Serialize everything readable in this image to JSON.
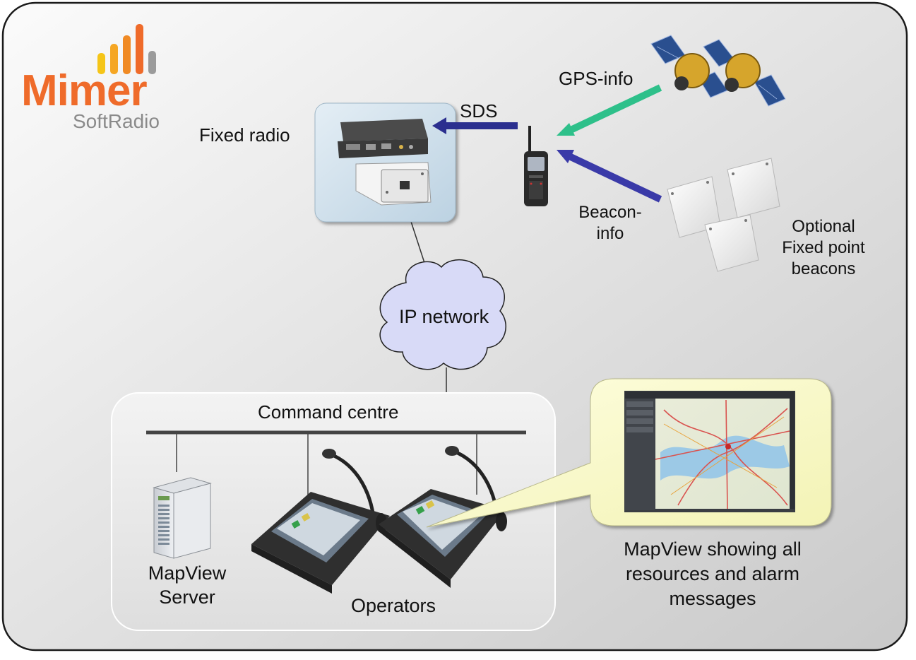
{
  "logo": {
    "brand": "Mimer",
    "sub": "SoftRadio",
    "bar_colors": [
      "#f5c518",
      "#f5a623",
      "#f08a24",
      "#ef6b2a",
      "#9b9b9b"
    ]
  },
  "labels": {
    "fixed_radio": "Fixed radio",
    "sds": "SDS",
    "gps_info": "GPS-info",
    "beacon_info_1": "Beacon-",
    "beacon_info_2": "info",
    "beacons_1": "Optional",
    "beacons_2": "Fixed point",
    "beacons_3": "beacons",
    "ip_network": "IP network",
    "command_centre": "Command centre",
    "mapview_server_1": "MapView",
    "mapview_server_2": "Server",
    "operators": "Operators",
    "mapview_caption_1": "MapView showing all",
    "mapview_caption_2": "resources and alarm",
    "mapview_caption_3": "messages"
  },
  "colors": {
    "background_start": "#f7f7f7",
    "background_end": "#cfcfcf",
    "sds_arrow": "#2b2f8f",
    "gps_arrow": "#2ec08a",
    "beacon_arrow": "#3a3aa8",
    "cloud_fill": "#d8daf7",
    "callout_fill": "#fafac8",
    "fixed_radio_box": "#d2e3ee"
  }
}
